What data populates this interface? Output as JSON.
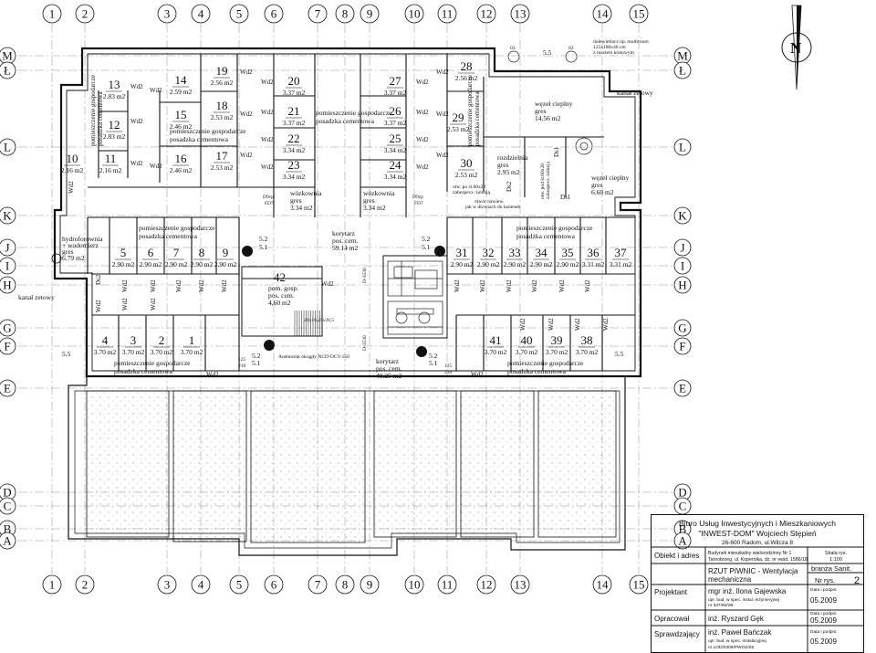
{
  "axes": {
    "vertical": [
      "1",
      "2",
      "3",
      "4",
      "5",
      "6",
      "7",
      "8",
      "9",
      "10",
      "11",
      "12",
      "13",
      "14",
      "15"
    ],
    "horizontal": [
      "M",
      "Ł",
      "L",
      "K",
      "J",
      "I",
      "H",
      "G",
      "F",
      "E",
      "D",
      "C",
      "B",
      "A"
    ]
  },
  "compass": "N",
  "rooms_west": [
    {
      "no": "13",
      "area": "2.83 m2"
    },
    {
      "no": "12",
      "area": "2.83 m2"
    },
    {
      "no": "11",
      "area": "2.16 m2"
    },
    {
      "no": "10",
      "area": "2.16 m2"
    },
    {
      "no": "14",
      "area": "2.59 m2"
    },
    {
      "no": "15",
      "area": "2.46 m2"
    },
    {
      "no": "16",
      "area": "2.46 m2"
    },
    {
      "no": "19",
      "area": "2.56 m2"
    },
    {
      "no": "18",
      "area": "2.53 m2"
    },
    {
      "no": "17",
      "area": "2.53 m2"
    },
    {
      "no": "20",
      "area": "3.37 m2"
    },
    {
      "no": "21",
      "area": "3.37 m2"
    },
    {
      "no": "22",
      "area": "3.34 m2"
    },
    {
      "no": "23",
      "area": "3.34 m2"
    }
  ],
  "rooms_east": [
    {
      "no": "27",
      "area": "3.37 m2"
    },
    {
      "no": "26",
      "area": "3.37 m2"
    },
    {
      "no": "25",
      "area": "3.34 m2"
    },
    {
      "no": "24",
      "area": "3.34 m2"
    },
    {
      "no": "28",
      "area": "2.56 m2"
    },
    {
      "no": "29",
      "area": "2.53 m2"
    },
    {
      "no": "30",
      "area": "2.53 m2"
    }
  ],
  "rooms_row_middle_left": [
    {
      "no": "5",
      "area": "2.90 m2"
    },
    {
      "no": "6",
      "area": "2.90 m2"
    },
    {
      "no": "7",
      "area": "2.90 m2"
    },
    {
      "no": "8",
      "area": "2.90 m2"
    },
    {
      "no": "9",
      "area": "2.90 m2"
    }
  ],
  "rooms_row_middle_right": [
    {
      "no": "31",
      "area": "2.90 m2"
    },
    {
      "no": "32",
      "area": "2.90 m2"
    },
    {
      "no": "33",
      "area": "2.90 m2"
    },
    {
      "no": "34",
      "area": "2.90 m2"
    },
    {
      "no": "35",
      "area": "2.90 m2"
    },
    {
      "no": "36",
      "area": "3.31 m2"
    },
    {
      "no": "37",
      "area": "3.31 m2"
    }
  ],
  "rooms_row_lower_left": [
    {
      "no": "4",
      "area": "3.70 m2"
    },
    {
      "no": "3",
      "area": "3.70 m2"
    },
    {
      "no": "2",
      "area": "3.70 m2"
    },
    {
      "no": "1",
      "area": "3.70 m2"
    }
  ],
  "rooms_row_lower_right": [
    {
      "no": "41",
      "area": "3.70 m2"
    },
    {
      "no": "40",
      "area": "3.70 m2"
    },
    {
      "no": "39",
      "area": "3.70 m2"
    },
    {
      "no": "38",
      "area": "3.70 m2"
    }
  ],
  "room_42": {
    "no": "42",
    "l1": "pom. gosp.",
    "l2": "pos. cem.",
    "l3": "4,60 m2"
  },
  "labels": {
    "storage": "pomieszczenie gospodarcze",
    "storage_floor": "posadzka cementowa",
    "corridor": "korytarz",
    "corridor_floor": "pos. cem.",
    "corridor_north_area": "59.14 m2",
    "corridor_south_area": "40.25 m2",
    "pram_room": "wózkownia",
    "pram_floor": "gres",
    "pram_area": "3.34 m2",
    "hydro_1": "hydroforownia",
    "hydro_2": "+ wodomierz",
    "hydro_3": "gres",
    "hydro_4": "6.79 m2",
    "heat_node": "węzeł cieplny",
    "heat_floor": "gres",
    "heat_area_1": "14.56 m2",
    "heat_area_2": "6.60 m2",
    "switch_room": "rozdzielnia",
    "switch_floor": "gres",
    "switch_area": "2.95 m2",
    "duct": "kanał zetowy",
    "wd2": "Wd2",
    "d9cp": "D9cp",
    "fd7": "FD7",
    "ds1": "Ds1",
    "ds2": "Ds2",
    "opening_1": "otw. po śt.60x20",
    "opening_2": "zabezpecz. żaluzją",
    "opening_3": "otwór nawiew.",
    "opening_4": "jak w drzwiach do łazienek",
    "opening_5": "otw. pod śt.60x20",
    "opening_6": "zabezpecz. żaluzją",
    "vent_1": "dolewietlacz np. multiroom",
    "vent_2": "125x100x40 cm",
    "vent_3": "z rusztem kratowym",
    "anemostat": "Anemostat okrągły NCD-OCY-150",
    "duct_size": "20x16,25x28,5",
    "d_size": "D-3530",
    "d_size_2": "D-3530",
    "level_55": "5.5",
    "level_52": "5.2",
    "level_51": "5.1",
    "dim_125": "125",
    "dim_210": "210",
    "o3": "03"
  },
  "title_block": {
    "firm_1": "Biuro Usług Inwestycyjnych i Mieszkaniowych",
    "firm_2": "\"INWEST-DOM\" Wojciech Stępień",
    "firm_3": "26-600 Radom, ul.Wilcza 8",
    "object_label": "Obiekt i adres",
    "object_1": "Budynek mieszkalny wielorodzinny Nr 1",
    "object_2": "Tarnobrzeg, ul. Kopernika, dz. nr ewid. 1586/18",
    "scale_label": "Skala rys.",
    "scale": "1:100",
    "drawing_1": "RZUT PIWNIC - Wentylacja",
    "drawing_2": "mechaniczna",
    "branch": "branża Sanit.",
    "nr_label": "Nr rys.",
    "nr": "2",
    "designer_label": "Projektant",
    "designer": "mgr inż. Ilona Gajewska",
    "designer_q1": "upr. bud. w spec. instal.-inżynieryjnej",
    "designer_q2": "nr 337/90/Wł.",
    "date_label": "Data i podpis:",
    "date": "05.2009",
    "drafter_label": "Opracował",
    "drafter": "inż. Ryszard Gęk",
    "checker_label": "Sprawdzający",
    "checker": "inż. Paweł Bańczak",
    "checker_q1": "upr. bud. w spec. instalacyjnej",
    "checker_q2": "nr LOD/0309/PWOS/05"
  }
}
